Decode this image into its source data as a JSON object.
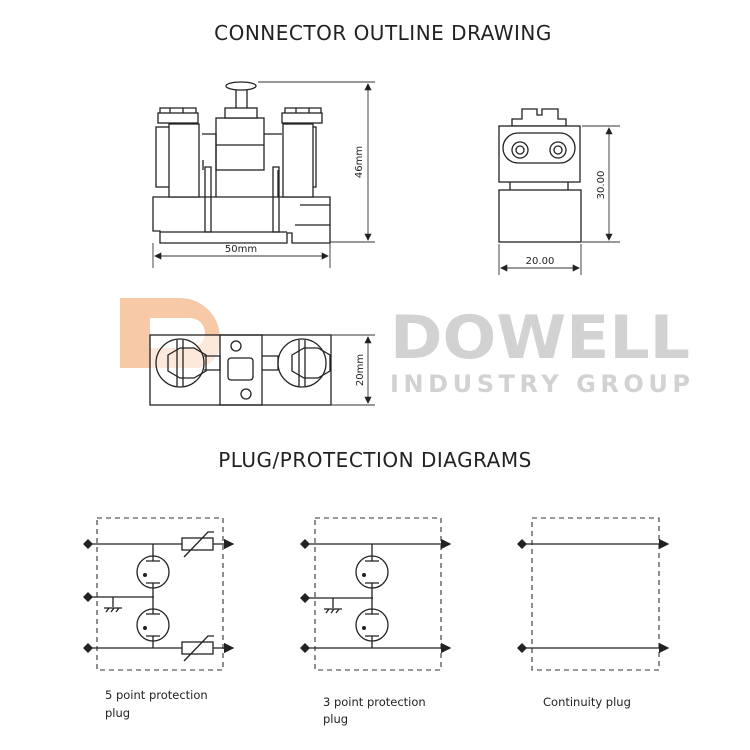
{
  "outline_title": "CONNECTOR OUTLINE DRAWING",
  "dimensions": {
    "front_height": "46mm",
    "front_width": "50mm",
    "side_height": "30.00",
    "side_width": "20.00",
    "top_height": "20mm"
  },
  "watermark": {
    "brand": "DOWELL",
    "subtitle": "INDUSTRY GROUP",
    "color": "#d2d2d2",
    "logo_color": "#f7c9a6"
  },
  "diagrams_title": "PLUG/PROTECTION DIAGRAMS",
  "diagrams": [
    {
      "caption_line1": "5 point protection",
      "caption_line2": "plug"
    },
    {
      "caption_line1": "3 point protection",
      "caption_line2": "plug"
    },
    {
      "caption_line1": "Continuity plug"
    }
  ]
}
